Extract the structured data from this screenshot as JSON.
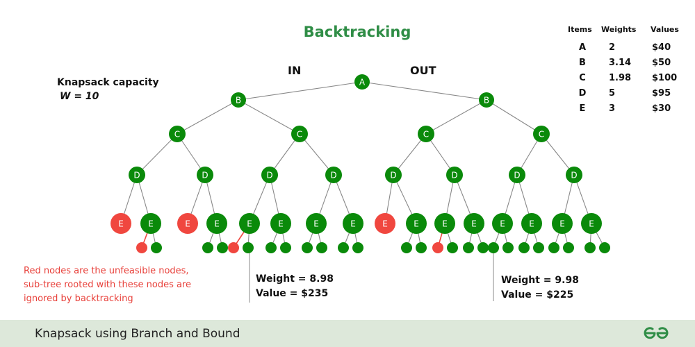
{
  "title": "Backtracking",
  "labels": {
    "in": "IN",
    "out": "OUT"
  },
  "capacity": {
    "line1": "Knapsack capacity",
    "line2": "W = 10"
  },
  "table": {
    "headers": [
      "Items",
      "Weights",
      "Values"
    ],
    "rows": [
      [
        "A",
        "2",
        "$40"
      ],
      [
        "B",
        "3.14",
        "$50"
      ],
      [
        "C",
        "1.98",
        "$100"
      ],
      [
        "D",
        "5",
        "$95"
      ],
      [
        "E",
        "3",
        "$30"
      ]
    ]
  },
  "note": {
    "line1": "Red nodes are the unfeasible nodes,",
    "line2": "sub-tree rooted with these nodes are",
    "line3": "ignored by backtracking"
  },
  "results": [
    {
      "weight": "Weight = 8.98",
      "value": "Value = $235"
    },
    {
      "weight": "Weight = 9.98",
      "value": "Value = $225"
    }
  ],
  "footer": {
    "text": "Knapsack using Branch and Bound"
  },
  "colors": {
    "feasible": "#0a8a0a",
    "infeasible": "#f0473f",
    "brand": "#2f8d46",
    "edge": "#888888",
    "footer_bg": "#dde8da"
  },
  "tree": {
    "root": "A",
    "level_labels": [
      "B",
      "C",
      "D",
      "E"
    ],
    "e_nodes_status": [
      "infeasible",
      "feasible",
      "infeasible",
      "feasible",
      "feasible",
      "feasible",
      "feasible",
      "feasible",
      "infeasible",
      "feasible",
      "feasible",
      "feasible",
      "feasible",
      "feasible",
      "feasible",
      "feasible"
    ],
    "leaf_status": [
      "infeasible",
      "feasible",
      "feasible",
      "feasible",
      "infeasible",
      "feasible",
      "feasible",
      "feasible",
      "feasible",
      "feasible",
      "feasible",
      "feasible",
      "feasible",
      "feasible",
      "infeasible",
      "feasible",
      "feasible",
      "feasible",
      "feasible",
      "feasible",
      "feasible",
      "feasible",
      "feasible",
      "feasible",
      "feasible",
      "feasible"
    ]
  }
}
